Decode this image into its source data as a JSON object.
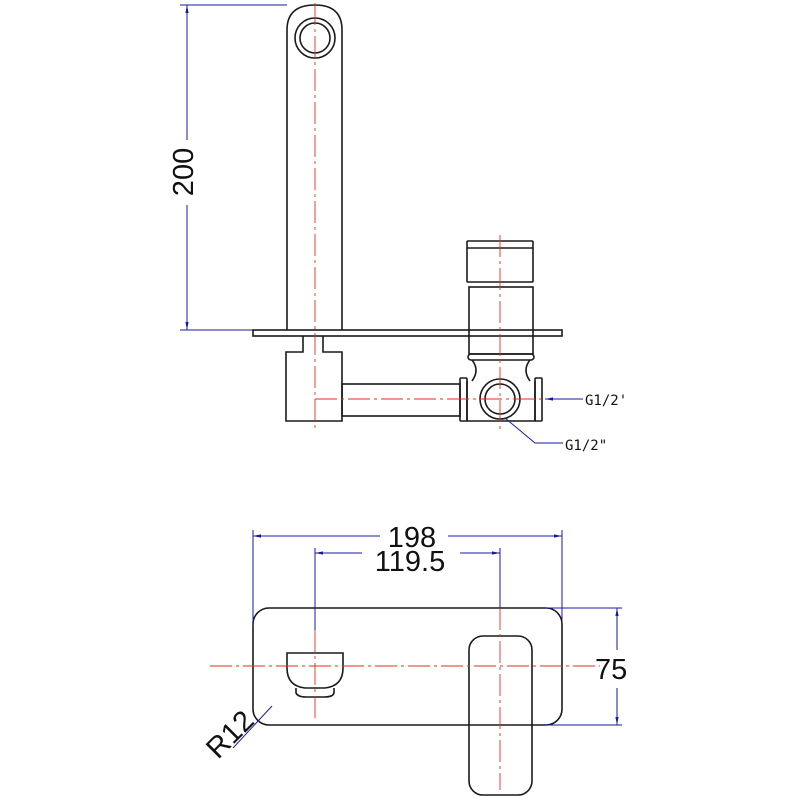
{
  "dimensions": {
    "spout_height": "200",
    "plate_width": "198",
    "center_distance": "119.5",
    "plate_height": "75",
    "corner_radius": "R12"
  },
  "thread_labels": {
    "side_inlet": "G1/2'",
    "front_inlet": "G1/2\""
  },
  "colors": {
    "outline": "#1a1a1a",
    "centerline": "#e0301e",
    "dimension": "#1a1aa0"
  }
}
